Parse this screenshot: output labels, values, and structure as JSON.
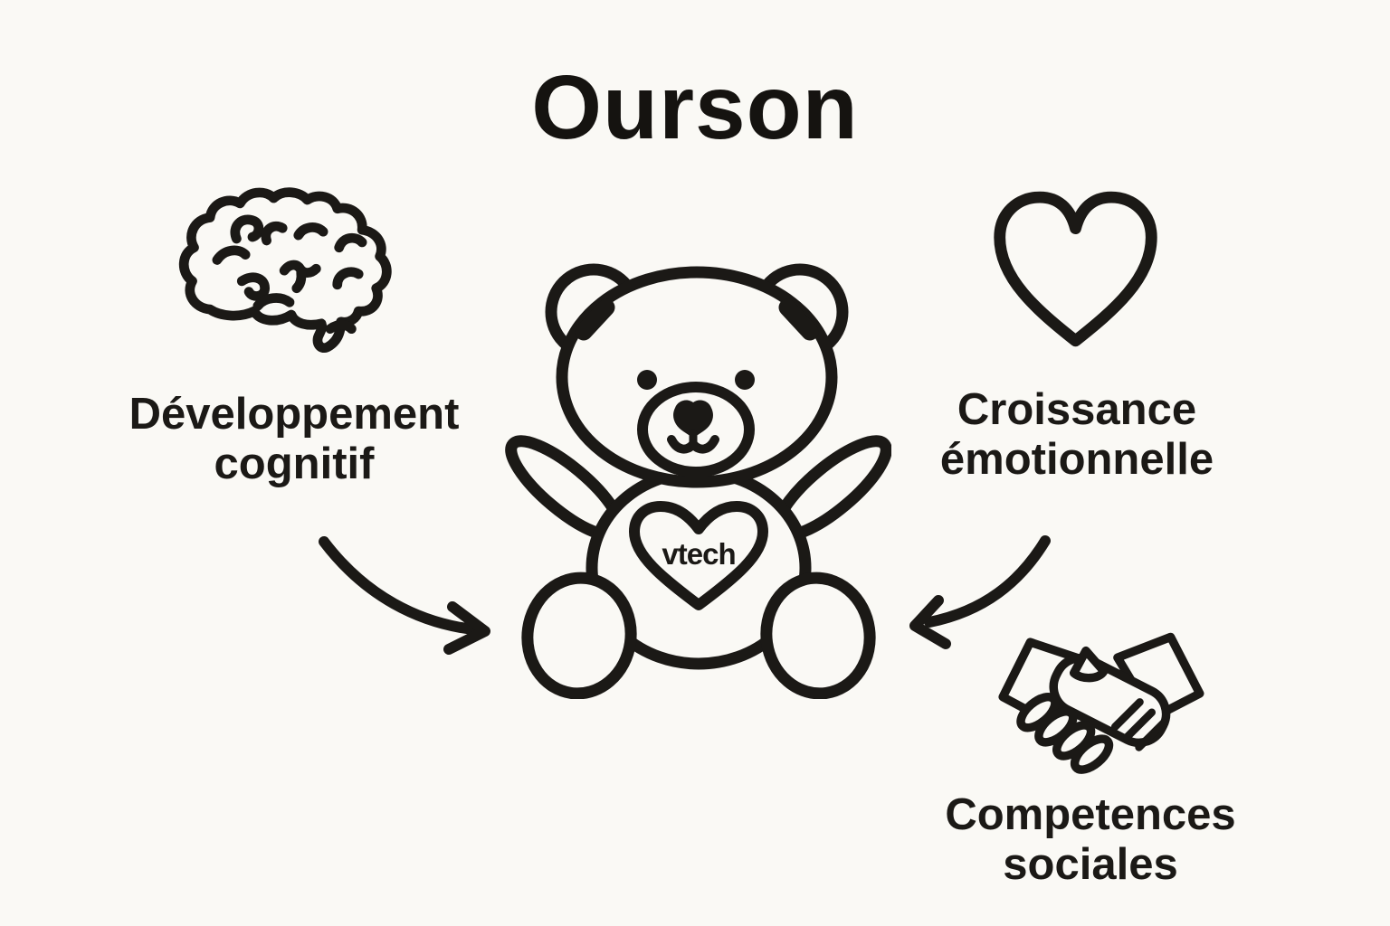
{
  "meta": {
    "background_color": "#FAF9F5",
    "ink_color": "#1B1916",
    "diagram_type": "concept diagram"
  },
  "title": "Ourson",
  "center": {
    "icon": "teddy-bear-icon",
    "logo": "vtech",
    "logo_container": "heart-on-chest"
  },
  "nodes": [
    {
      "id": "cognitive",
      "icon": "brain-icon",
      "position": "left",
      "lines": [
        "Développement",
        "cognitif"
      ]
    },
    {
      "id": "emotional",
      "icon": "heart-icon",
      "position": "right",
      "lines": [
        "Croissance",
        "émotionnelle"
      ]
    },
    {
      "id": "social",
      "icon": "handshake-icon",
      "position": "bottom-right",
      "lines": [
        "Competences",
        "sociales"
      ]
    }
  ],
  "arrows": [
    {
      "id": "left-arrow",
      "from": "cognitive",
      "to": "center",
      "shape": "curved, pointing right toward bear"
    },
    {
      "id": "right-arrow",
      "from": "emotional",
      "to": "center",
      "shape": "curved, pointing left toward bear"
    }
  ]
}
